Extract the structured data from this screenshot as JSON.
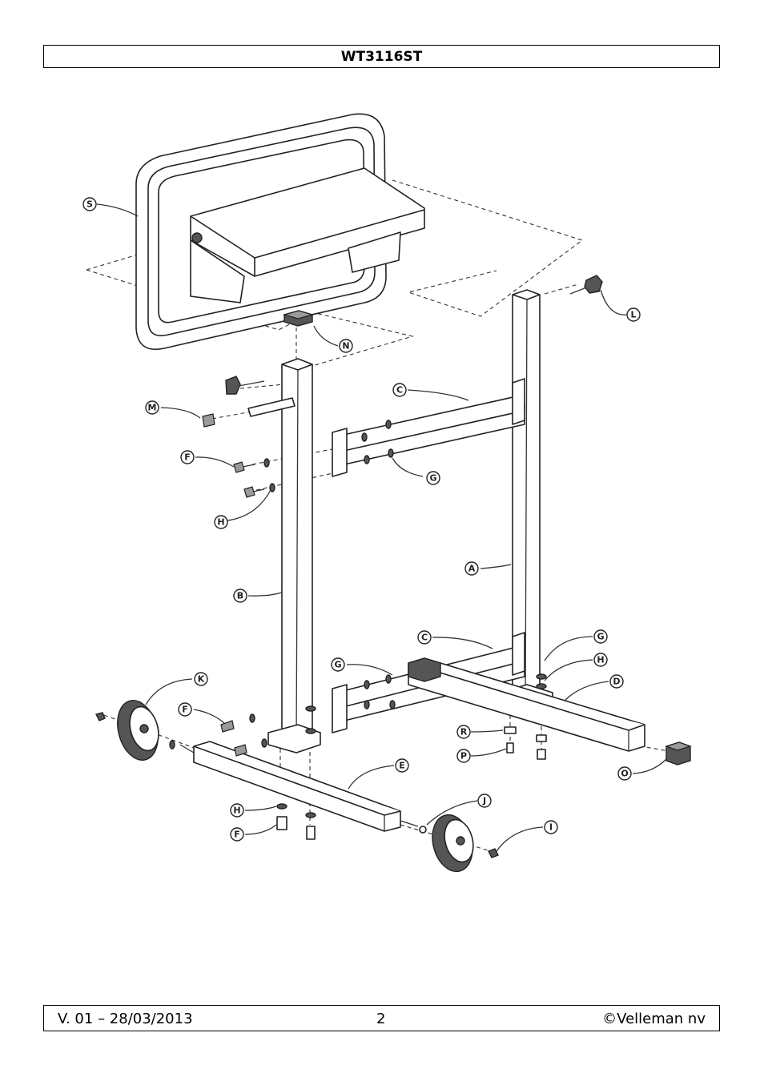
{
  "header": {
    "title": "WT3116ST"
  },
  "footer": {
    "version": "V. 01 – 28/03/2013",
    "page": "2",
    "copyright": "©Velleman nv"
  },
  "diagram": {
    "callouts": {
      "S": "S",
      "N": "N",
      "L": "L",
      "M": "M",
      "C1": "C",
      "C2": "C",
      "F1": "F",
      "F2": "F",
      "F3": "F",
      "G1": "G",
      "G2": "G",
      "G3": "G",
      "H1": "H",
      "H2": "H",
      "H3": "H",
      "A": "A",
      "B": "B",
      "D": "D",
      "K": "K",
      "E": "E",
      "R": "R",
      "P": "P",
      "O": "O",
      "J": "J",
      "I": "I"
    }
  }
}
